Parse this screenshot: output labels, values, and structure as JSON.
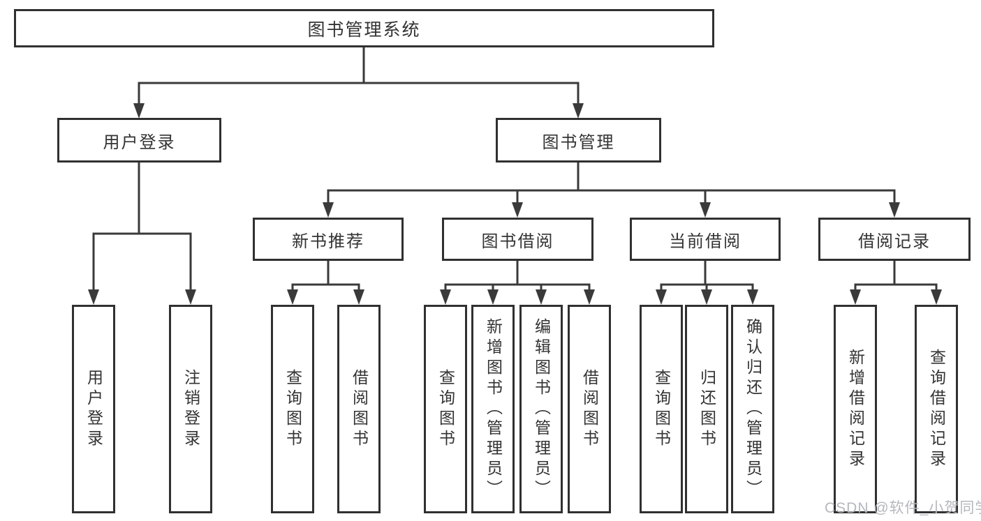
{
  "tree": {
    "label": "图书管理系统",
    "children": [
      {
        "label": "用户登录",
        "children": [
          {
            "label": "用户登录"
          },
          {
            "label": "注销登录"
          }
        ]
      },
      {
        "label": "图书管理",
        "children": [
          {
            "label": "新书推荐",
            "children": [
              {
                "label": "查询图书"
              },
              {
                "label": "借阅图书"
              }
            ]
          },
          {
            "label": "图书借阅",
            "children": [
              {
                "label": "查询图书"
              },
              {
                "label": "新增图书（管理员）"
              },
              {
                "label": "编辑图书（管理员）"
              },
              {
                "label": "借阅图书"
              }
            ]
          },
          {
            "label": "当前借阅",
            "children": [
              {
                "label": "查询图书"
              },
              {
                "label": "归还图书"
              },
              {
                "label": "确认归还（管理员）"
              }
            ]
          },
          {
            "label": "借阅记录",
            "children": [
              {
                "label": "新增借阅记录"
              },
              {
                "label": "查询借阅记录"
              }
            ]
          }
        ]
      }
    ]
  },
  "watermark": {
    "text": "CSDN @软件_小贺同学"
  },
  "colors": {
    "line": "#3a3a3a",
    "box_border": "#303030",
    "text": "#333333",
    "background": "#ffffff",
    "watermark": "#b4b8be"
  }
}
